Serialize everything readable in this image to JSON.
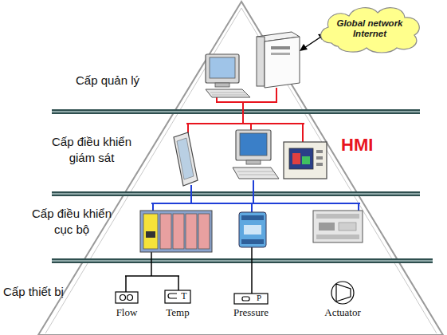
{
  "diagram": {
    "nodes": [
      {
        "text": [
          "Global network Internet"
        ]
      }
    ],
    "labels": [
      "Cấp quản lý",
      "Cấp điều khiển giám sát",
      "Cấp điều khiển cục bộ",
      "Cấp thiết bị",
      "HMI",
      "Flow",
      "T",
      "Temp",
      "P",
      "Pressure",
      "Actuator"
    ]
  }
}
